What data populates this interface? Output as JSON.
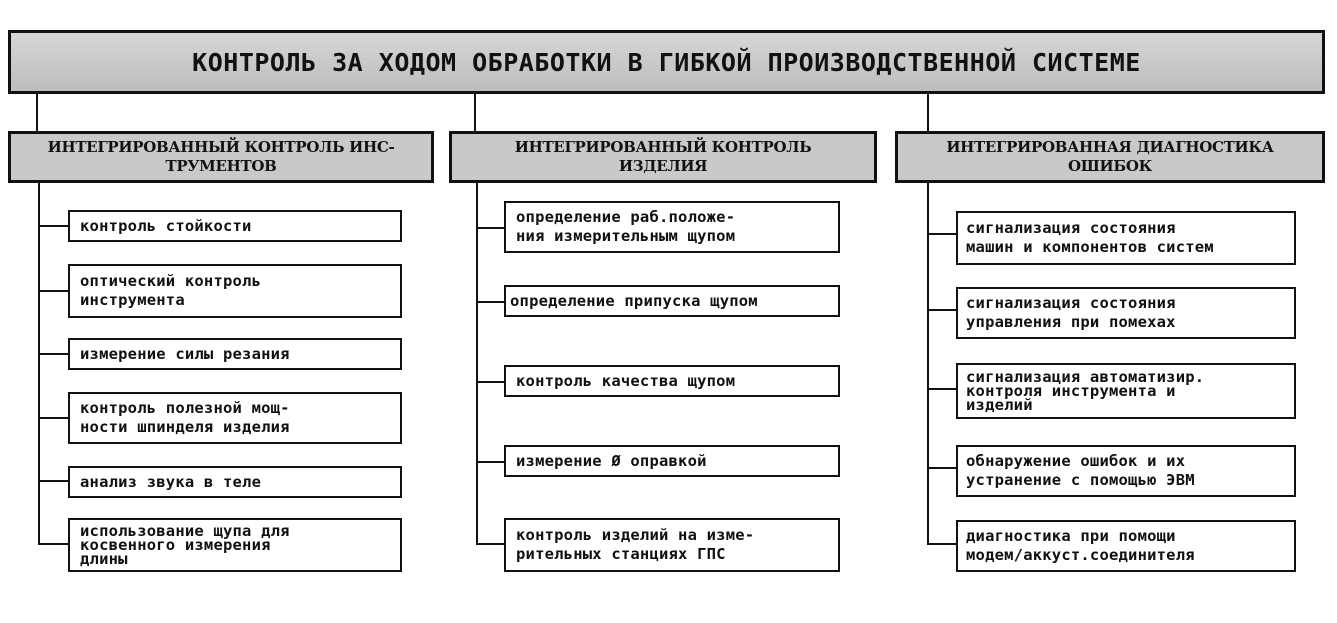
{
  "title": "КОНТРОЛЬ ЗА ХОДОМ ОБРАБОТКИ В ГИБКОЙ ПРОИЗВОДСТВЕННОЙ СИСТЕМЕ",
  "columns": [
    {
      "heading": "ИНТЕГРИРОВАННЫЙ КОНТРОЛЬ ИНС-\nТРУМЕНТОВ",
      "items": [
        "контроль стойкости",
        "оптический контроль\n  инструмента",
        "измерение силы резания",
        "контроль полезной мощ-\nности шпинделя изделия",
        "анализ звука в теле",
        "использование щупа для\nкосвенного измерения\nдлины"
      ]
    },
    {
      "heading": "ИНТЕГРИРОВАННЫЙ КОНТРОЛЬ\nИЗДЕЛИЯ",
      "items": [
        "определение раб.положе-\nния измерительным щупом",
        "определение припуска щупом",
        "контроль качества щупом",
        "измерение Ø оправкой",
        "контроль изделий на изме-\nрительных станциях ГПС"
      ]
    },
    {
      "heading": "ИНТЕГРИРОВАННАЯ ДИАГНОСТИКА\nОШИБОК",
      "items": [
        "сигнализация состояния\nмашин и компонентов систем",
        "сигнализация состояния\nуправления при помехах",
        "сигнализация автоматизир.\nконтроля инструмента и\nизделий",
        "обнаружение ошибок и их\nустранение с помощью ЭВМ",
        "диагностика при помощи\nмодем/аккуст.соединителя"
      ]
    }
  ]
}
